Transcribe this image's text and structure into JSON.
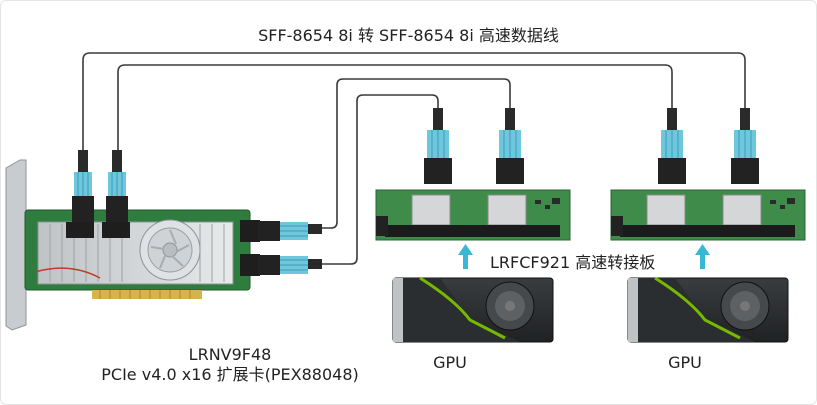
{
  "title": "SFF-8654 8i 转 SFF-8654 8i 高速数据线",
  "card": {
    "model": "LRNV9F48",
    "description": "PCIe v4.0 x16 扩展卡(PEX88048)"
  },
  "adapter_label": "LRFCF921 高速转接板",
  "gpus": [
    {
      "label": "GPU"
    },
    {
      "label": "GPU"
    }
  ],
  "colors": {
    "cable": "#3a3a3a",
    "connector_blue": "#6fc7dd",
    "pcb_green": "#3f8c4a",
    "arrow": "#38b8d4",
    "gpu_accent": "#76b900"
  }
}
